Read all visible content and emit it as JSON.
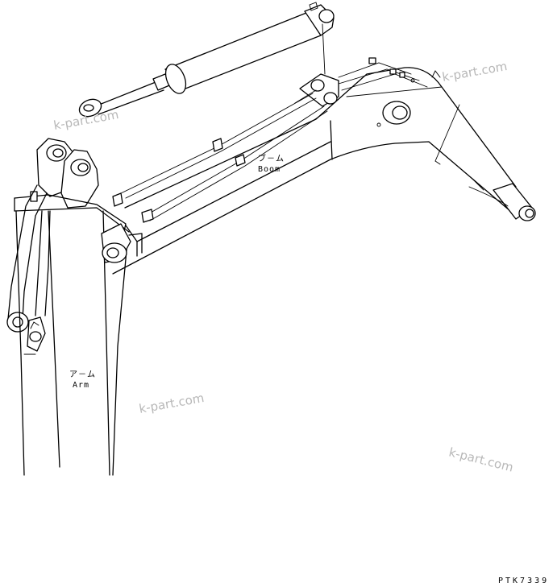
{
  "labels": {
    "boom_jp": "ブ－ム",
    "boom_en": "Boom",
    "arm_jp": "ア－ム",
    "arm_en": "Arm"
  },
  "watermarks": [
    "k-part.com",
    "k-part.com",
    "k-part.com",
    "k-part.com"
  ],
  "part_code": "PTK7339"
}
